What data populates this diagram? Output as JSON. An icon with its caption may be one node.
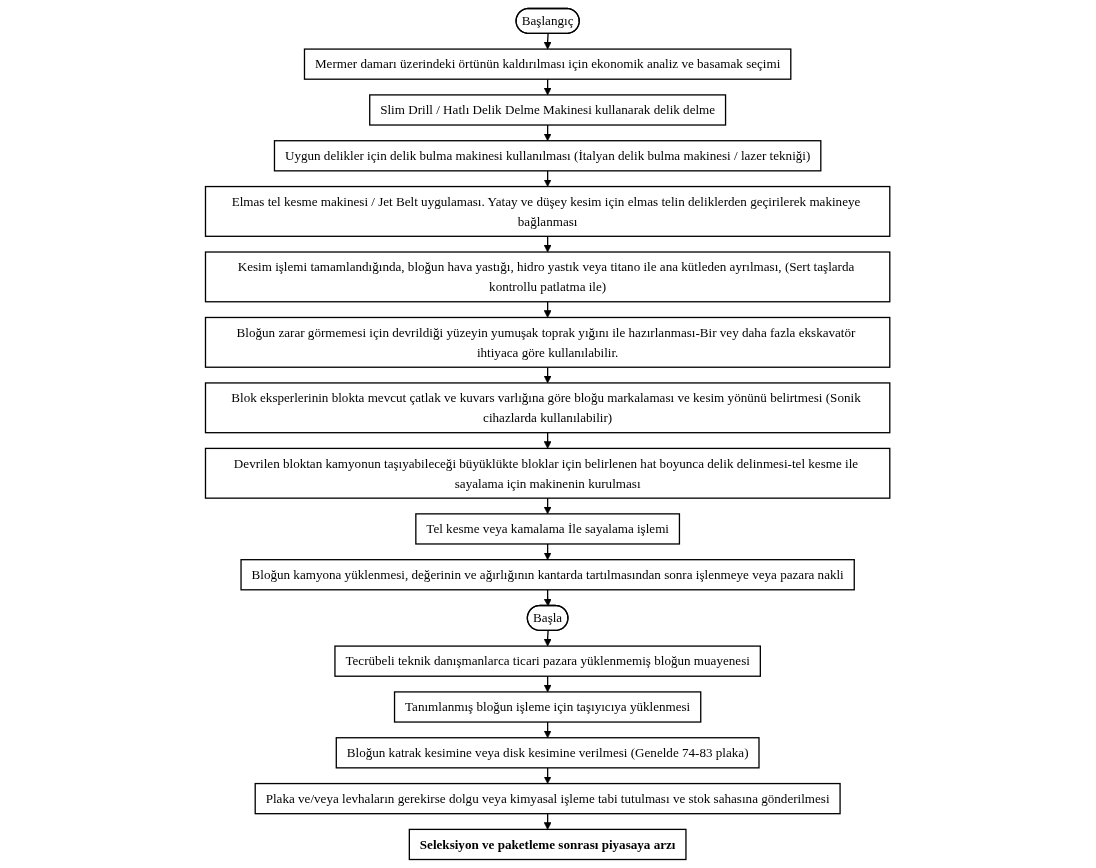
{
  "diagram": {
    "nodes": [
      {
        "text": [
          "Başlangıç"
        ]
      },
      {
        "text": [
          "Mermer damarı üzerindeki örtünün kaldırılması için ekonomik analiz ve basamak seçimi"
        ]
      },
      {
        "text": [
          "Slim Drill / Hatlı Delik Delme Makinesi kullanarak delik delme"
        ]
      },
      {
        "text": [
          "Uygun delikler için delik bulma makinesi kullanılması (İtalyan delik bulma makinesi / lazer tekniği)"
        ]
      },
      {
        "text": [
          "Elmas tel kesme makinesi / Jet Belt uygulaması. Yatay ve düşey kesim için elmas telin deliklerden geçirilerek makineye bağlanması"
        ]
      },
      {
        "text": [
          "Kesim işlemi tamamlandığında, bloğun hava yastığı, hidro yastık veya titano ile ana kütleden ayrılması, (Sert taşlarda kontrollu patlatma ile)"
        ]
      },
      {
        "text": [
          "Bloğun zarar görmemesi için devrildiği yüzeyin yumuşak toprak yığını ile hazırlanması-Bir vey daha fazla ekskavatör ihtiyaca göre kullanılabilir."
        ]
      },
      {
        "text": [
          "Blok eksperlerinin blokta mevcut çatlak ve kuvars varlığına göre bloğu markalaması ve kesim yönünü belirtmesi (Sonik cihazlarda kullanılabilir)"
        ]
      },
      {
        "text": [
          "Devrilen bloktan kamyonun taşıyabileceği büyüklükte bloklar için belirlenen hat boyunca delik delinmesi-tel kesme ile sayalama için makinenin kurulması"
        ]
      },
      {
        "text": [
          "Tel kesme veya kamalama İle sayalama işlemi"
        ]
      },
      {
        "text": [
          "Bloğun kamyona yüklenmesi, değerinin ve ağırlığının kantarda tartılmasından sonra işlenmeye veya pazara nakli"
        ]
      },
      {
        "text": [
          "Başla"
        ]
      },
      {
        "text": [
          "Tecrübeli teknik danışmanlarca ticari pazara yüklenmemiş bloğun muayenesi"
        ]
      },
      {
        "text": [
          "Tanımlanmış bloğun işleme için taşıyıcıya yüklenmesi"
        ]
      },
      {
        "text": [
          "Bloğun katrak kesimine veya disk kesimine verilmesi (Genelde 74-83 plaka)"
        ]
      },
      {
        "text": [
          "Plaka ve/veya levhaların gerekirse dolgu veya kimyasal işleme tabi tutulması ve stok sahasına gönderilmesi"
        ]
      },
      {
        "text": [
          "Seleksiyon ve paketleme sonrası piyasaya arzı"
        ]
      }
    ],
    "edges": [
      {
        "from": 0,
        "to": 1,
        "arrow": "to"
      },
      {
        "from": 1,
        "to": 2,
        "arrow": "to"
      },
      {
        "from": 2,
        "to": 3,
        "arrow": "to"
      },
      {
        "from": 3,
        "to": 4,
        "arrow": "to"
      },
      {
        "from": 4,
        "to": 5,
        "arrow": "to"
      },
      {
        "from": 5,
        "to": 6,
        "arrow": "to"
      },
      {
        "from": 6,
        "to": 7,
        "arrow": "to"
      },
      {
        "from": 7,
        "to": 8,
        "arrow": "to"
      },
      {
        "from": 8,
        "to": 9,
        "arrow": "to"
      },
      {
        "from": 9,
        "to": 10,
        "arrow": "to"
      },
      {
        "from": 10,
        "to": 11,
        "arrow": "to"
      },
      {
        "from": 11,
        "to": 12,
        "arrow": "to"
      },
      {
        "from": 12,
        "to": 13,
        "arrow": "to"
      },
      {
        "from": 13,
        "to": 14,
        "arrow": "to"
      },
      {
        "from": 14,
        "to": 15,
        "arrow": "to"
      },
      {
        "from": 15,
        "to": 16,
        "arrow": "to"
      }
    ]
  }
}
